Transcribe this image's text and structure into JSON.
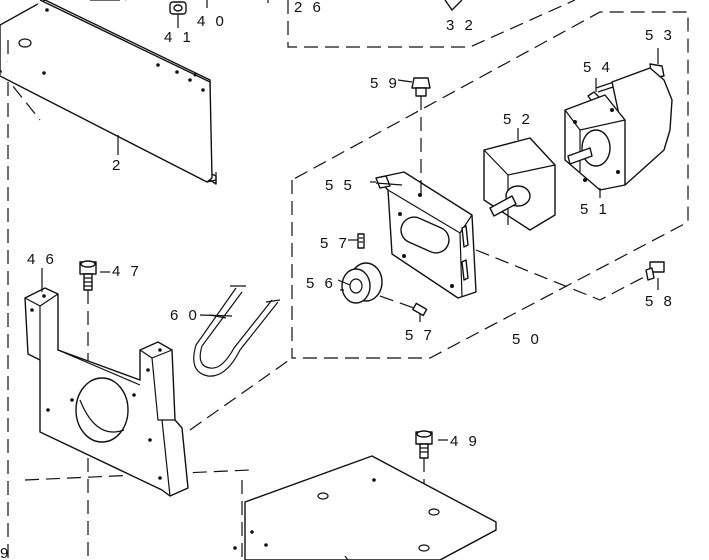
{
  "labels": {
    "p2": "2",
    "p26": "2 6",
    "p32": "3 2",
    "p40": "4 0",
    "p41": "4 1",
    "p46": "4 6",
    "p47": "4 7",
    "p49": "4 9",
    "p50": "5 0",
    "p51": "5 1",
    "p52": "5 2",
    "p53": "5 3",
    "p54": "5 4",
    "p55": "5 5",
    "p56": "5 6",
    "p57a": "5 7",
    "p57b": "5 7",
    "p58": "5 8",
    "p59": "5 9",
    "p60": "6 0",
    "p9": "9"
  }
}
